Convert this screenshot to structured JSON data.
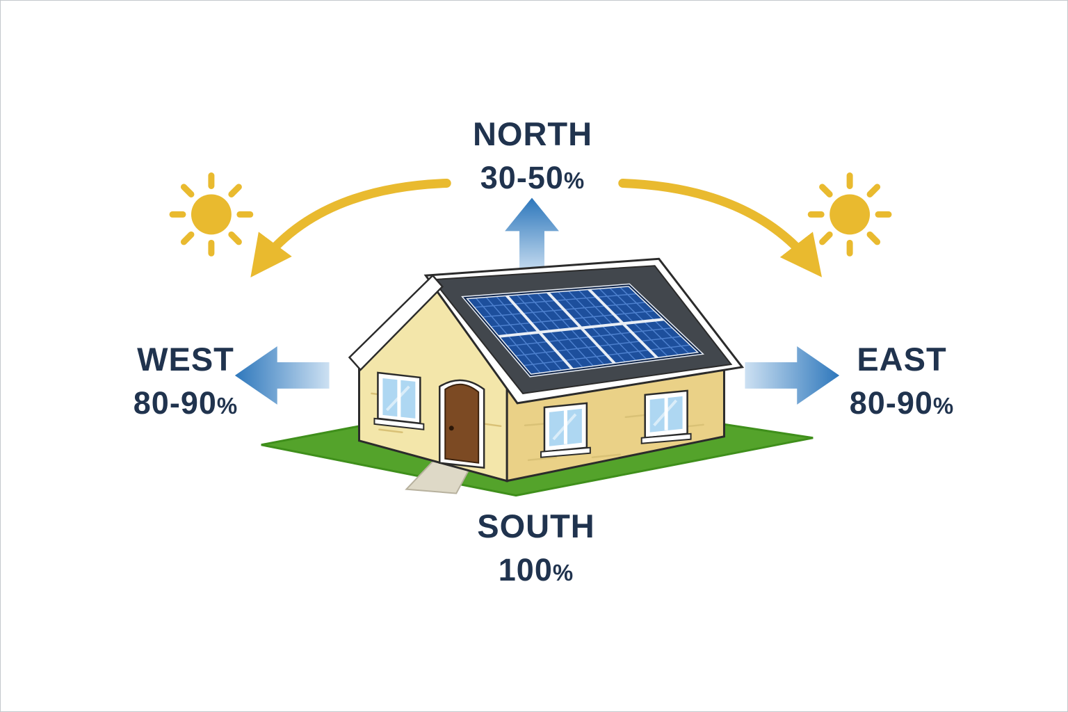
{
  "diagram": {
    "type": "solar-panel-orientation-efficiency",
    "subject": "house with rooftop solar panels and compass directions"
  },
  "directions": {
    "north": {
      "label": "NORTH",
      "value": "30-50",
      "unit": "%"
    },
    "south": {
      "label": "SOUTH",
      "value": "100",
      "unit": "%"
    },
    "east": {
      "label": "EAST",
      "value": "80-90",
      "unit": "%"
    },
    "west": {
      "label": "WEST",
      "value": "80-90",
      "unit": "%"
    }
  },
  "icons": {
    "sun_left": "sun-icon",
    "sun_right": "sun-icon",
    "sun_path_west": "curved-arrow-icon",
    "sun_path_east": "curved-arrow-icon",
    "arrow_north": "up-arrow-icon",
    "arrow_west": "left-arrow-icon",
    "arrow_east": "right-arrow-icon"
  },
  "colors": {
    "background": "#ffffff",
    "text": "#20334e",
    "arrow_blue": "#2f78bc",
    "arrow_blue_fade": "#cfe2f3",
    "sun_yellow": "#e9ba2f",
    "grass_green": "#54a32b",
    "panel_blue": "#1d4f9c",
    "panel_grid_blue": "#4d80ce",
    "roof_gray": "#42474d",
    "wall_front_tan": "#ead187",
    "wall_gable_cream": "#f3e6aa",
    "door_brown": "#7c4a23",
    "window_glass": "#aed7f2"
  }
}
